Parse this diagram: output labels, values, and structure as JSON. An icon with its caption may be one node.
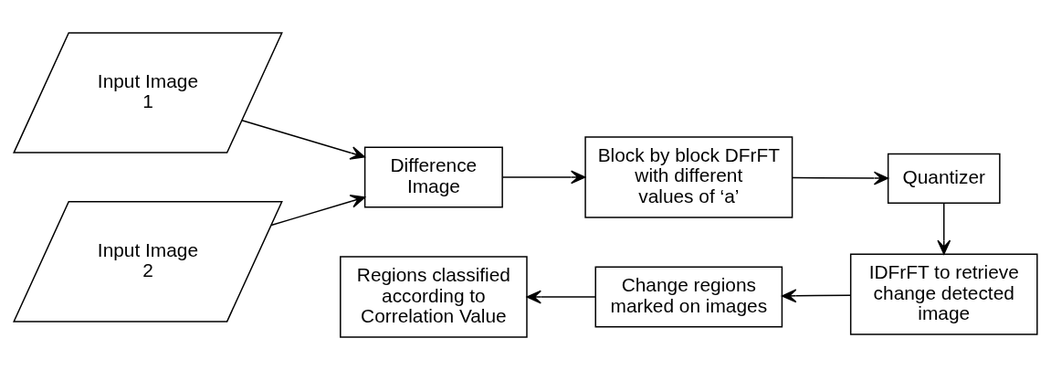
{
  "diagram": {
    "nodes": [
      {
        "text": [
          "Input Image 1"
        ]
      },
      {
        "text": [
          "Input Image 2"
        ]
      },
      {
        "text": [
          "Difference Image"
        ]
      },
      {
        "text": [
          "Block by block DFrFT with different values of ‘a’"
        ]
      },
      {
        "text": [
          "Quantizer"
        ]
      },
      {
        "text": [
          "IDFrFT to retrieve change detected image"
        ]
      },
      {
        "text": [
          "Change regions marked on images"
        ]
      },
      {
        "text": [
          "Regions classified according to Correlation Value"
        ]
      }
    ],
    "edges": [
      {
        "from": 0,
        "to": 2,
        "arrow": "to"
      },
      {
        "from": 1,
        "to": 2,
        "arrow": "to"
      },
      {
        "from": 2,
        "to": 3,
        "arrow": "to"
      },
      {
        "from": 3,
        "to": 4,
        "arrow": "to"
      },
      {
        "from": 4,
        "to": 5,
        "arrow": "to"
      },
      {
        "from": 5,
        "to": 6,
        "arrow": "to"
      },
      {
        "from": 6,
        "to": 7,
        "arrow": "to"
      }
    ]
  }
}
